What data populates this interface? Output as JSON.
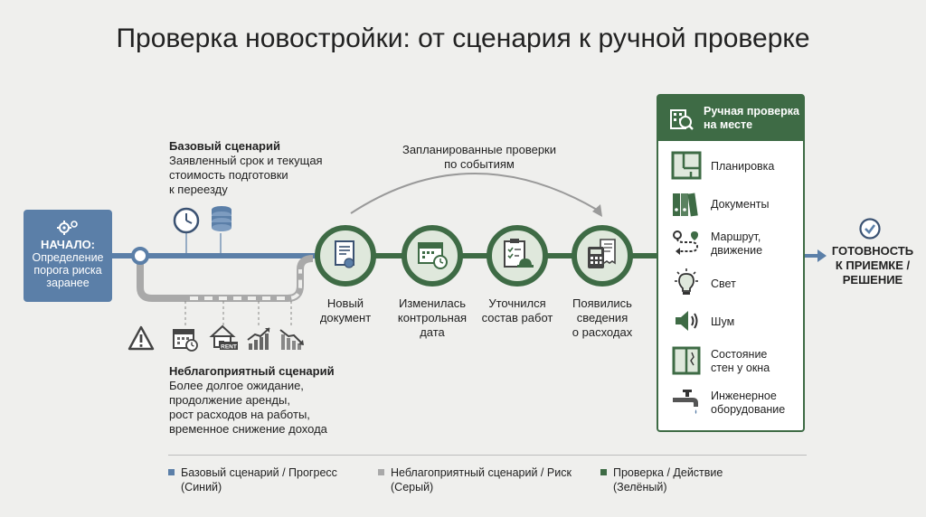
{
  "title": "Проверка новостройки: от сценария к ручной проверке",
  "start": {
    "label": "НАЧАЛО:",
    "text_lines": [
      "Определение",
      "порога риска",
      "заранее"
    ]
  },
  "base_scenario": {
    "title": "Базовый сценарий",
    "text_lines": [
      "Заявленный срок и текущая",
      "стоимость подготовки",
      "к переезду"
    ]
  },
  "adverse_scenario": {
    "title": "Неблагоприятный сценарий",
    "text_lines": [
      "Более долгое ожидание,",
      "продолжение аренды,",
      "рост расходов на работы,",
      "временное снижение дохода"
    ]
  },
  "planned_checks": {
    "text_lines": [
      "Запланированные проверки",
      "по событиям"
    ]
  },
  "events": [
    {
      "lines": [
        "Новый",
        "документ"
      ],
      "icon": "document-icon"
    },
    {
      "lines": [
        "Изменилась",
        "контрольная",
        "дата"
      ],
      "icon": "calendar-clock-icon"
    },
    {
      "lines": [
        "Уточнился",
        "состав работ"
      ],
      "icon": "clipboard-hardhat-icon"
    },
    {
      "lines": [
        "Появились",
        "сведения",
        "о расходах"
      ],
      "icon": "calculator-receipt-icon"
    }
  ],
  "panel": {
    "title_lines": [
      "Ручная проверка",
      "на месте"
    ],
    "items": [
      {
        "lines": [
          "Планировка"
        ],
        "icon": "floorplan-icon"
      },
      {
        "lines": [
          "Документы"
        ],
        "icon": "binders-icon"
      },
      {
        "lines": [
          "Маршрут,",
          "движение"
        ],
        "icon": "route-icon"
      },
      {
        "lines": [
          "Свет"
        ],
        "icon": "lightbulb-icon"
      },
      {
        "lines": [
          "Шум"
        ],
        "icon": "speaker-icon"
      },
      {
        "lines": [
          "Состояние",
          "стен у окна"
        ],
        "icon": "window-icon"
      },
      {
        "lines": [
          "Инженерное",
          "оборудование"
        ],
        "icon": "faucet-icon"
      }
    ]
  },
  "result": {
    "text_lines": [
      "ГОТОВНОСТЬ",
      "К ПРИЕМКЕ /",
      "РЕШЕНИЕ"
    ]
  },
  "icons": {
    "rent_sign": "RENT"
  },
  "legend": [
    {
      "lines": [
        "Базовый сценарий / Прогресс",
        "(Синий)"
      ],
      "color": "#5b7fa8"
    },
    {
      "lines": [
        "Неблагоприятный сценарий / Риск",
        "(Серый)"
      ],
      "color": "#a9a9a9"
    },
    {
      "lines": [
        "Проверка / Действие",
        "(Зелёный)"
      ],
      "color": "#3e6b45"
    }
  ],
  "colors": {
    "blue": "#5b7fa8",
    "gray": "#a9a9a9",
    "green": "#3e6b45",
    "green_light": "#dfe8dc",
    "background": "#efefed"
  }
}
